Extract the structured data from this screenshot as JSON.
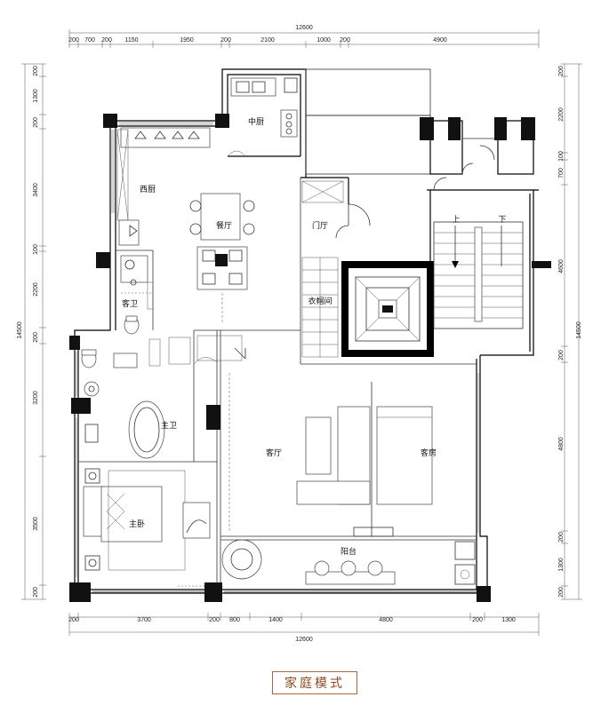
{
  "dims": {
    "top_total": "12600",
    "top": [
      "200",
      "700",
      "200",
      "1150",
      "1950",
      "200",
      "2100",
      "1000",
      "200",
      "4900"
    ],
    "bottom": [
      "200",
      "3700",
      "200",
      "800",
      "1400",
      "4800",
      "200",
      "1300"
    ],
    "bottom_total": "12600",
    "left": [
      "200",
      "1300",
      "200",
      "3400",
      "100",
      "2200",
      "200",
      "3200",
      "3500",
      "200"
    ],
    "left_total": "14500",
    "right": [
      "200",
      "2200",
      "100",
      "700",
      "4600",
      "200",
      "4800",
      "200",
      "1300",
      "200"
    ],
    "right_total": "14500"
  },
  "rooms": {
    "zhongchu": "中厨",
    "xichu": "西厨",
    "canting": "餐厅",
    "menting": "门厅",
    "kewei": "客卫",
    "yimaojian": "衣帽间",
    "zhuwei": "主卫",
    "keting": "客厅",
    "kefang": "客房",
    "zhuwo": "主卧",
    "yangtai": "阳台",
    "shang": "上",
    "xia": "下"
  },
  "mode_label": "家庭模式"
}
